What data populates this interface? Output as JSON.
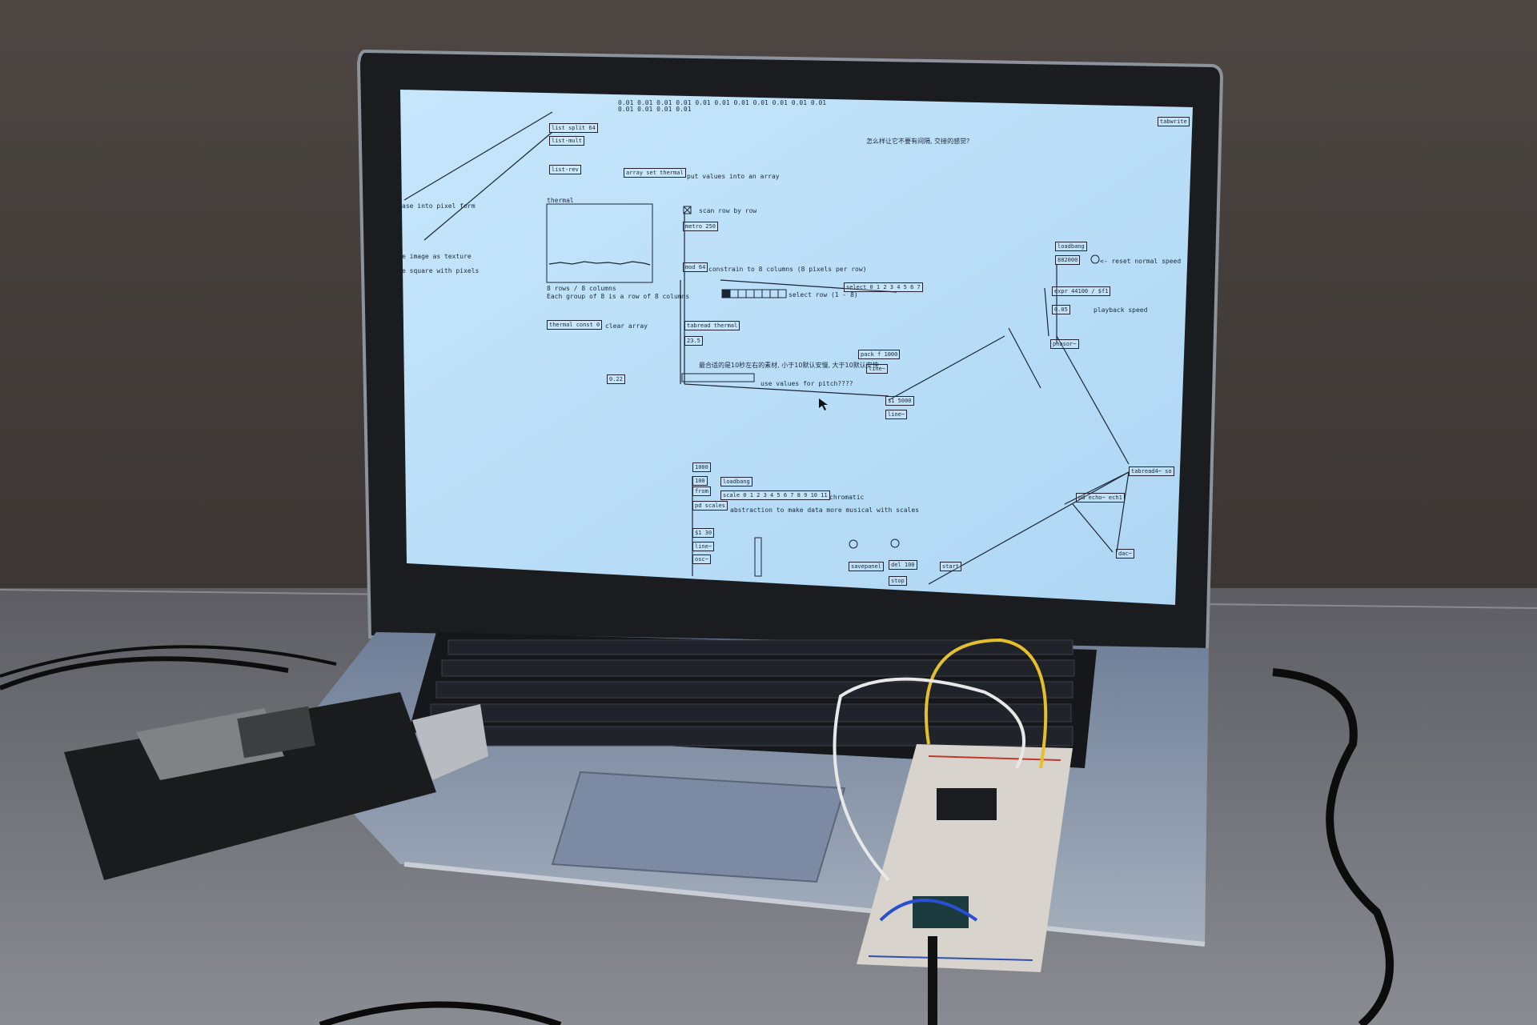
{
  "scene": {
    "wall_color": "#4a4340",
    "desk_color": "#6b6b70",
    "screen_color": "#bfe2fb",
    "laptop_color": "#9aa3b0"
  },
  "patch": {
    "top_list": "0.01 0.01 0.01 0.01 0.01 0.01 0.01 0.01 0.01 0.01 0.01",
    "top_list2": "0.01 0.01 0.01 0.01",
    "list_split": "list split 64",
    "list_mult": "list-mult",
    "list_rev": "list-rev",
    "array_set": "array set thermal",
    "put_values": "put values into an array",
    "pixel_form": "ase into pixel form",
    "image_texture": "e image as texture",
    "square_pixels": "e square with pixels",
    "array_name": "thermal",
    "rows_cols": "8 rows / 8 columns",
    "row_group": "Each group of 8 is a row of 8 columns",
    "thermal_const": "thermal const 0",
    "clear_array": "clear array",
    "num_022": "0.22",
    "scan_row": "scan row by row",
    "metro": "metro 250",
    "mod": "mod 64",
    "constrain": "constrain to 8 columns (8 pixels per row)",
    "select": "select 0 1 2 3 4 5 6 7",
    "select_row": "select row (1 - 8)",
    "tabread": "tabread thermal",
    "num_235": "23.5",
    "chinese_note": "最合适的是10秒左右的素材, 小于10默认安慢, 大于10默认安快",
    "use_values": "use values for pitch????",
    "pack": "pack f 1000",
    "line_a": "line~",
    "chinese_q": "怎么样让它不要有间隔, 交接的感觉?",
    "tabwrite": "tabwrite",
    "loadbang_a": "loadbang",
    "num_882000": "882000",
    "reset_speed": "<- reset normal speed",
    "expr": "expr 44100 / $f1",
    "num_005": "0.05",
    "playback_speed": "playback speed",
    "phasor": "phasor~",
    "num_1000": "1000",
    "num_100": "100",
    "from": "from",
    "loadbang_b": "loadbang",
    "scale": "scale 0 1 2 3 4 5 6 7 8 9 10 11",
    "chromatic": "chromatic",
    "pd_scales": "pd scales",
    "abstraction": "abstraction to make data more musical with scales",
    "num_30": "$1 30",
    "line_b": "line~",
    "osc": "osc~",
    "line_5000": "$1 5000",
    "line_c": "line~",
    "tabread4": "tabread4~ so",
    "echo": "pd echo~ ech1",
    "dac": "dac~",
    "savepanel": "savepanel",
    "del": "del 100",
    "start": "start",
    "stop": "stop"
  }
}
